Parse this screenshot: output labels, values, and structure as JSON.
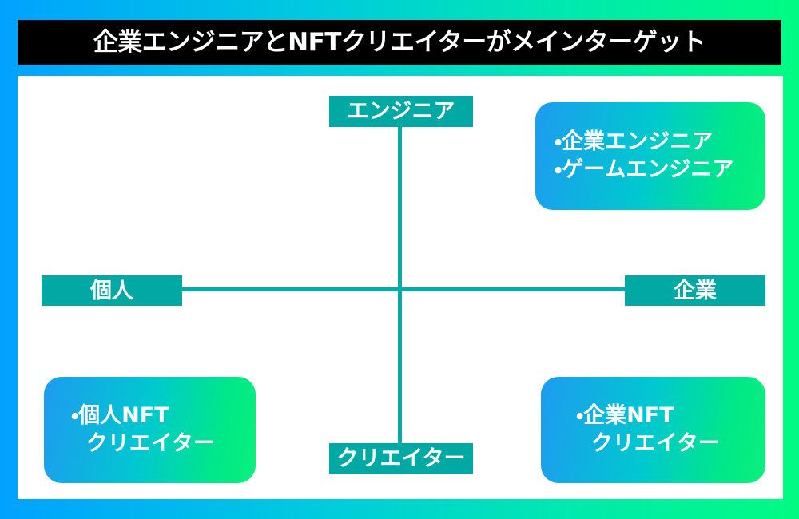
{
  "title": {
    "text": "企業エンジニアとNFTクリエイターがメインターゲット"
  },
  "colors": {
    "background_gradient_start": "#00a2ff",
    "background_gradient_end": "#00fb82",
    "banner_background": "#000000",
    "banner_text": "#ffffff",
    "panel_background": "#ffffff",
    "axis_line": "#00acab",
    "chip_background": "#00a9a3",
    "chip_text": "#ffffff",
    "card_gradient_start": "#1e9bf0",
    "card_gradient_end": "#0bf07c",
    "card_text": "#ffffff"
  },
  "matrix": {
    "axis_labels": {
      "top": "エンジニア",
      "bottom": "クリエイター",
      "left": "個人",
      "right": "企業"
    },
    "quadrants": [
      {
        "position": "top-right",
        "lines": [
          "・企業エンジニア",
          "・ゲームエンジニア"
        ],
        "text": "・企業エンジニア\n・ゲームエンジニア"
      },
      {
        "position": "bottom-left",
        "lines": [
          "・個人NFT",
          "クリエイター"
        ],
        "text": "・個人NFT\n  クリエイター"
      },
      {
        "position": "bottom-right",
        "lines": [
          "・企業NFT",
          "クリエイター"
        ],
        "text": "・企業NFT\n  クリエイター"
      }
    ]
  }
}
